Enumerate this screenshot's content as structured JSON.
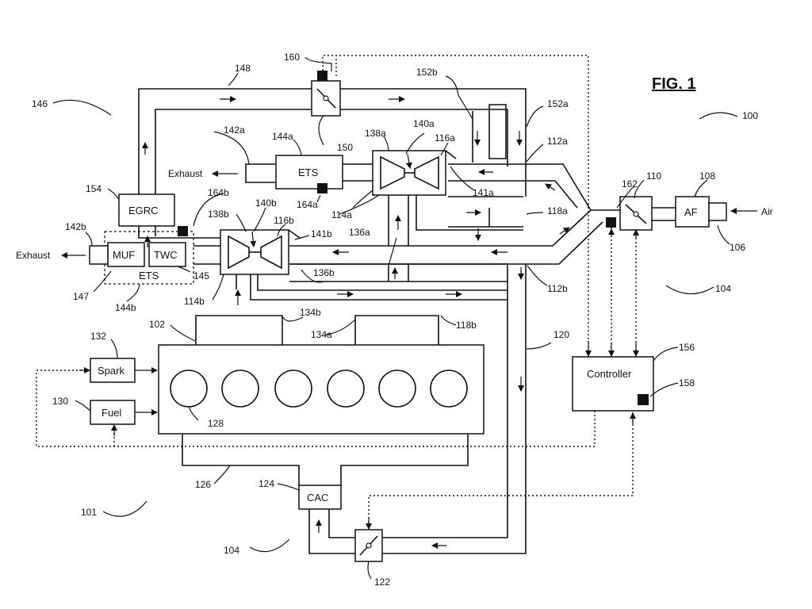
{
  "figure": {
    "title": "FIG. 1"
  },
  "blocks": {
    "ets_a": "ETS",
    "egrc": "EGRC",
    "muf": "MUF",
    "twc": "TWC",
    "ets_b": "ETS",
    "af": "AF",
    "spark": "Spark",
    "fuel": "Fuel",
    "controller": "Controller",
    "cac": "CAC"
  },
  "flow_labels": {
    "exhaust_top": "Exhaust",
    "exhaust_left": "Exhaust",
    "air": "Air"
  },
  "refs": {
    "r100": "100",
    "r101": "101",
    "r102": "102",
    "r104a": "104",
    "r104b": "104",
    "r106": "106",
    "r108": "108",
    "r110": "110",
    "r112a": "112a",
    "r112b": "112b",
    "r114a": "114a",
    "r114b": "114b",
    "r116a": "116a",
    "r116b": "116b",
    "r118a": "118a",
    "r118b": "118b",
    "r120": "120",
    "r122": "122",
    "r124": "124",
    "r126": "126",
    "r128": "128",
    "r130": "130",
    "r132": "132",
    "r134a": "134a",
    "r134b": "134b",
    "r136a": "136a",
    "r136b": "136b",
    "r138a": "138a",
    "r138b": "138b",
    "r140a": "140a",
    "r140b": "140b",
    "r141a": "141a",
    "r141b": "141b",
    "r142a": "142a",
    "r142b": "142b",
    "r144a": "144a",
    "r144b": "144b",
    "r145": "145",
    "r146": "146",
    "r147": "147",
    "r148": "148",
    "r150": "150",
    "r152a": "152a",
    "r152b": "152b",
    "r154": "154",
    "r156": "156",
    "r158": "158",
    "r160": "160",
    "r162": "162",
    "r164a": "164a",
    "r164b": "164b"
  }
}
